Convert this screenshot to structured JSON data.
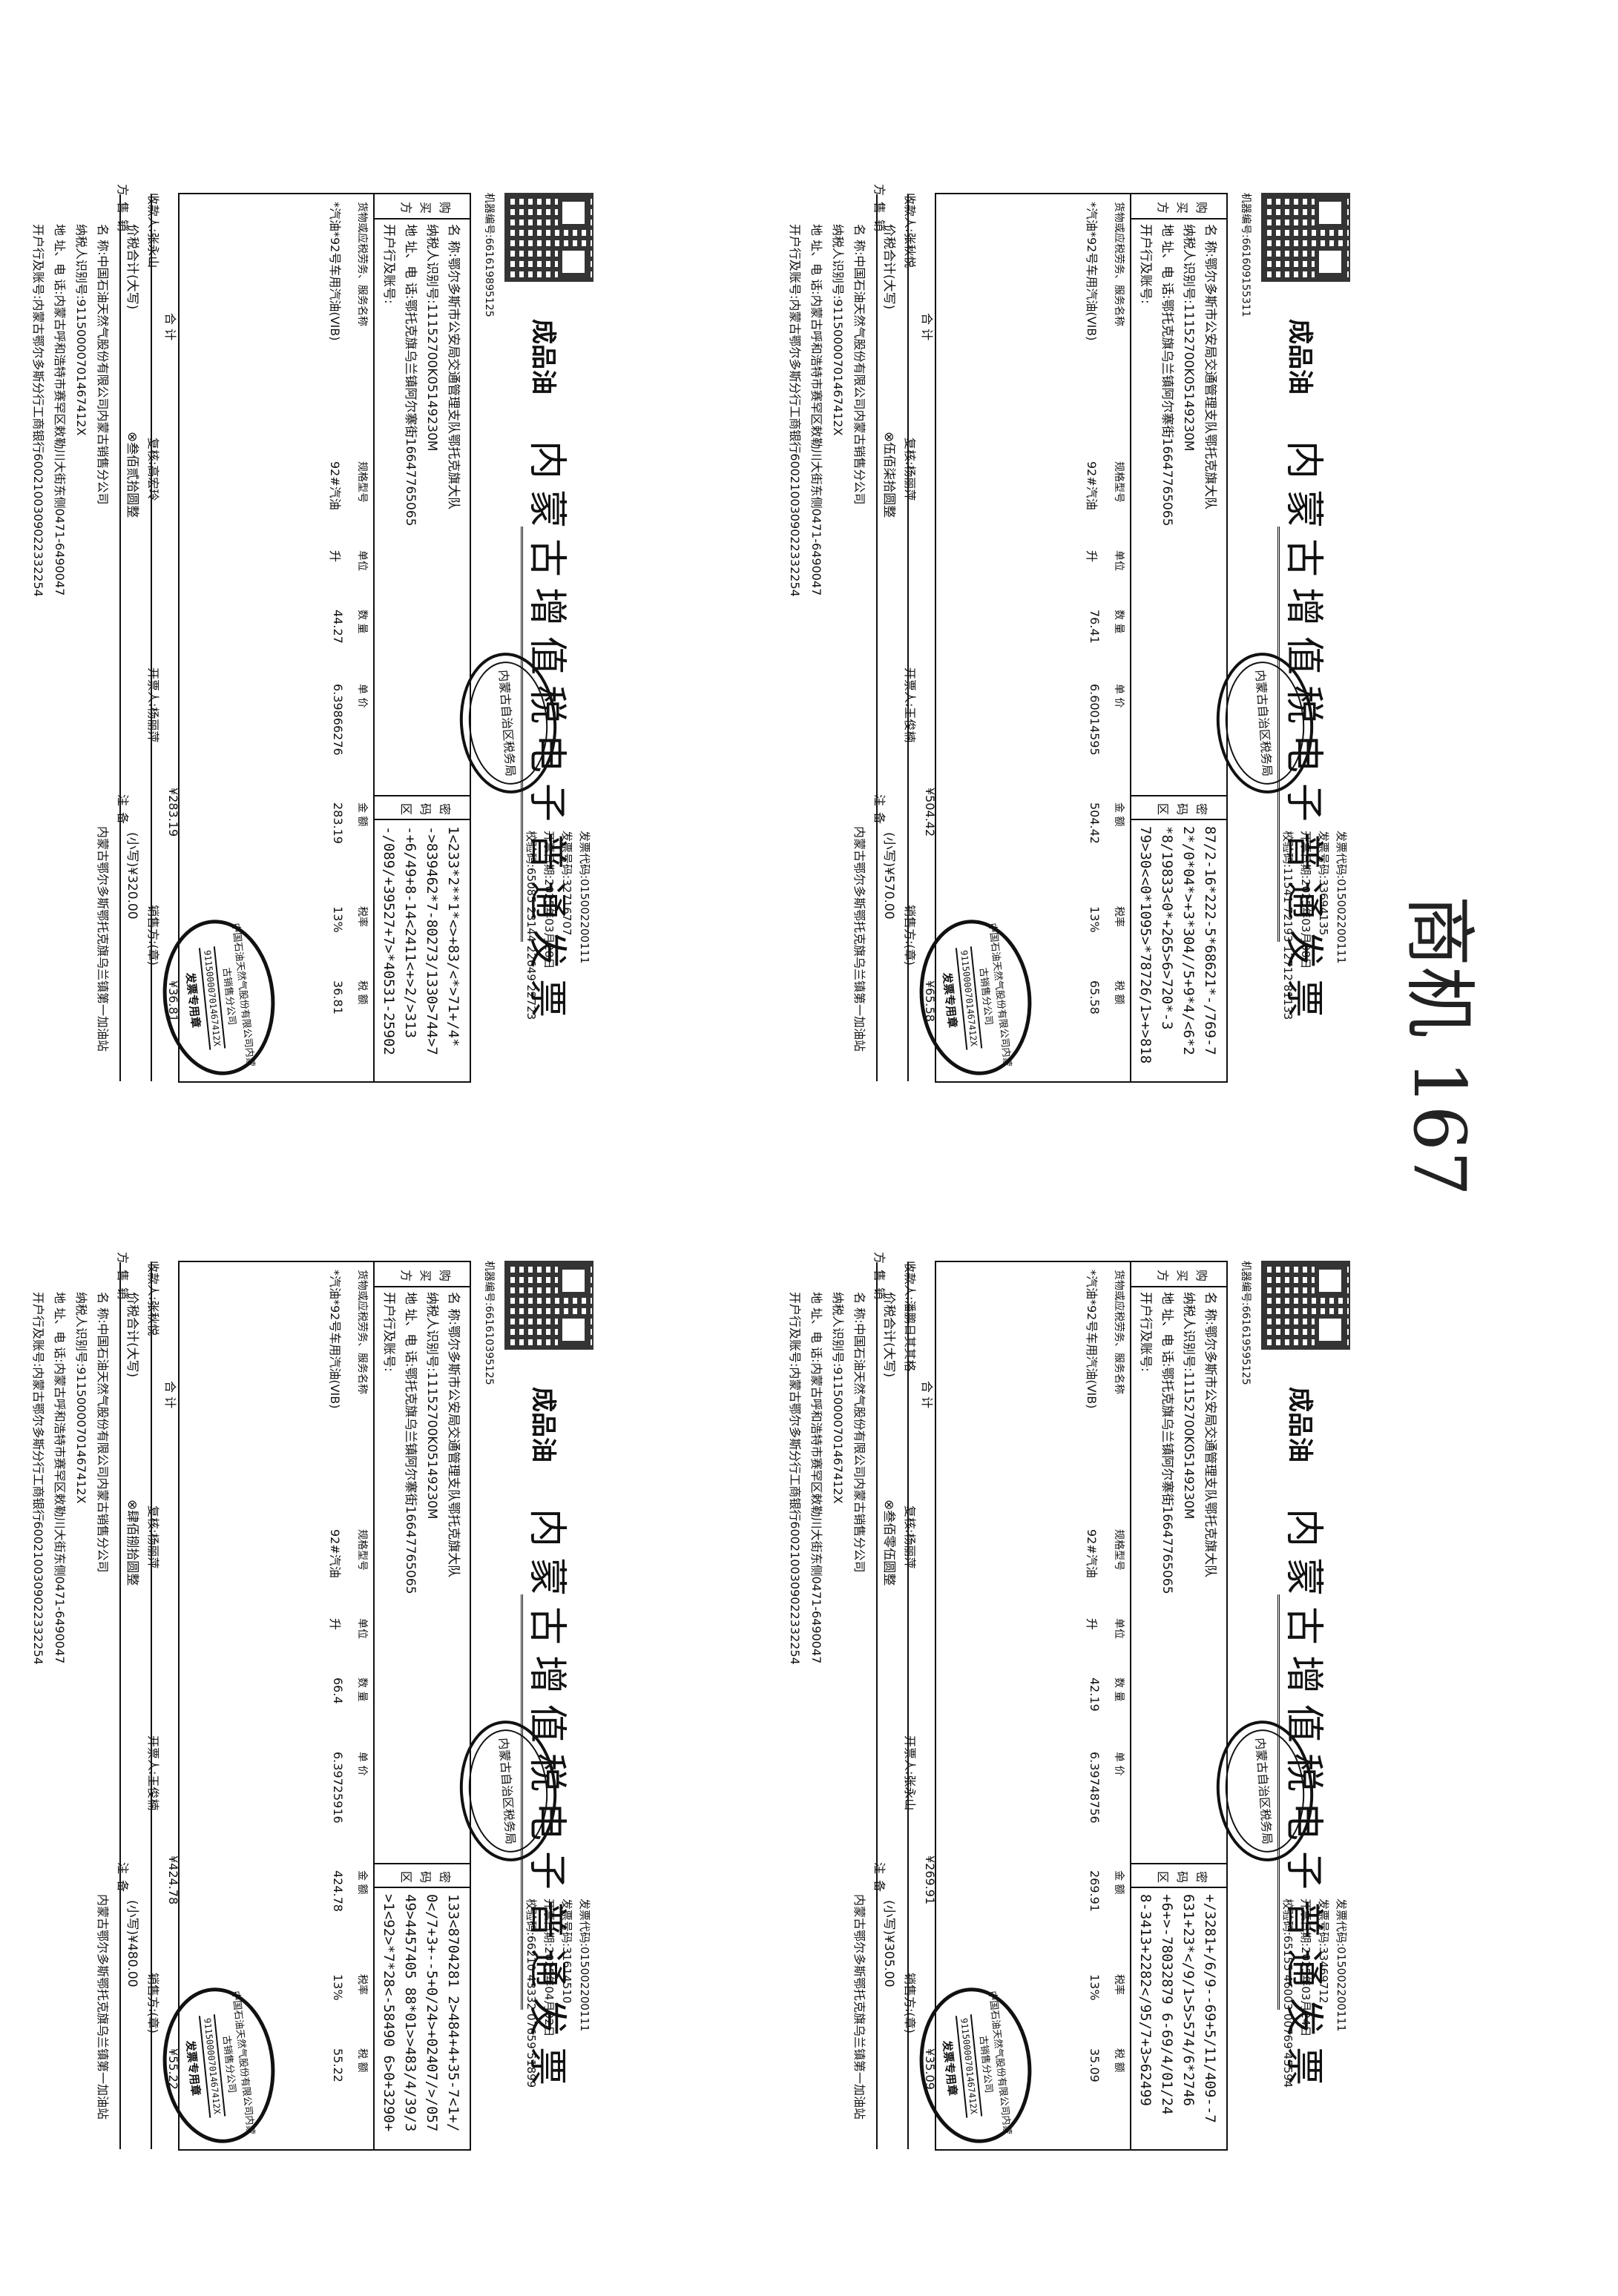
{
  "handwriting": "商机 167",
  "invoices": [
    {
      "category": "成品油",
      "title": "内蒙古增值税电子普通发票",
      "seal_text": "内蒙古自治区税务局",
      "invoice_code": "发票代码:015002200111",
      "invoice_number": "发票号码:33694135",
      "issue_date": "开票日期:2025年03月08日",
      "check_code": "校验码:11541 72193 12712 81133",
      "machine_no": "机器编号:661609155311",
      "buyer_label": "购买方",
      "buyer_name": "名    称:鄂尔多斯市公安局交通管理支队鄂托克旗大队",
      "buyer_tax_id": "纳税人识别号:11152700K05149230M",
      "buyer_address": "地 址、电 话:鄂托克旗乌兰镇阿尔寨街16647765065",
      "buyer_bank": "开户行及账号:",
      "password_label": "密码区",
      "password_lines": [
        "87/2-16*222-5*68621*-/769-7",
        "2*/0*04*>+3*304//5+9*4/<6*2",
        "*8/19833<0*+265>6>720*-3",
        "79>30<<0*1095>*78726/1>+>818"
      ],
      "col_headers": [
        "货物或应税劳务、服务名称",
        "规格型号",
        "单位",
        "数 量",
        "单 价",
        "金 额",
        "税率",
        "税 额"
      ],
      "item_name": "*汽油*92号车用汽油(VIB)",
      "item_spec": "92#汽油",
      "item_unit": "升",
      "item_qty": "76.41",
      "item_price": "6.60014595",
      "item_amount": "504.42",
      "item_rate": "13%",
      "item_tax": "65.58",
      "sum_label": "合 计",
      "sum_amount": "¥504.42",
      "sum_tax": "¥65.58",
      "total_label": "价税合计(大写)",
      "total_words": "⊗伍佰柒拾圆整",
      "total_small": "(小写)¥570.00",
      "seller_label": "销售方",
      "seller_name": "名    称:中国石油天然气股份有限公司内蒙古销售分公司",
      "seller_tax_id": "纳税人识别号:91150000701467412X",
      "seller_address": "地 址、电 话:内蒙古呼和浩特市赛罕区敕勒川大街东侧0471-6490047",
      "seller_bank": "开户行及账号:内蒙古鄂尔多斯分行工商银行6002100309022332254",
      "remark_label": "备注",
      "remark": "内蒙古鄂尔多斯鄂托克旗乌兰镇第一加油站",
      "payee": "收款人:张秋悦",
      "reviewer": "复核:杨丽萍",
      "drawer": "开票人:王俊楠",
      "seller_sign": "销售方:(章)",
      "stamp_top": "中国石油天然气股份有限公司内蒙古销售分公司",
      "stamp_number": "91150000701467412X",
      "stamp_bottom": "发票专用章"
    },
    {
      "category": "成品油",
      "title": "内蒙古增值税电子普通发票",
      "seal_text": "内蒙古自治区税务局",
      "invoice_code": "发票代码:015002200111",
      "invoice_number": "发票号码:32716707",
      "issue_date": "开票日期:2025年03月28日",
      "check_code": "校验码:65085 23144 22649 22723",
      "machine_no": "机器编号:661619895125",
      "buyer_label": "购买方",
      "buyer_name": "名    称:鄂尔多斯市公安局交通管理支队鄂托克旗大队",
      "buyer_tax_id": "纳税人识别号:11152700K05149230M",
      "buyer_address": "地 址、电 话:鄂托克旗乌兰镇阿尔寨街16647765065",
      "buyer_bank": "开户行及账号:",
      "password_label": "密码区",
      "password_lines": [
        "1<233*2**1*<>+83/<*>71+/4*",
        "->839462*7-80273/1330>744>7",
        "-+6/49+8-14<2411<+>2/>313",
        "-/089/+39527+7>*40531-25902"
      ],
      "col_headers": [
        "货物或应税劳务、服务名称",
        "规格型号",
        "单位",
        "数 量",
        "单 价",
        "金 额",
        "税率",
        "税 额"
      ],
      "item_name": "*汽油*92号车用汽油(VIB)",
      "item_spec": "92#汽油",
      "item_unit": "升",
      "item_qty": "44.27",
      "item_price": "6.39866276",
      "item_amount": "283.19",
      "item_rate": "13%",
      "item_tax": "36.81",
      "sum_label": "合 计",
      "sum_amount": "¥283.19",
      "sum_tax": "¥36.81",
      "total_label": "价税合计(大写)",
      "total_words": "⊗叁佰贰拾圆整",
      "total_small": "(小写)¥320.00",
      "seller_label": "销售方",
      "seller_name": "名    称:中国石油天然气股份有限公司内蒙古销售分公司",
      "seller_tax_id": "纳税人识别号:91150000701467412X",
      "seller_address": "地 址、电 话:内蒙古呼和浩特市赛罕区敕勒川大街东侧0471-6490047",
      "seller_bank": "开户行及账号:内蒙古鄂尔多斯分行工商银行6002100309022332254",
      "remark_label": "备注",
      "remark": "内蒙古鄂尔多斯鄂托克旗乌兰镇第一加油站",
      "payee": "收款人:张永山",
      "reviewer": "复核:高宏玲",
      "drawer": "开票人:杨丽萍",
      "seller_sign": "销售方:(章)",
      "stamp_top": "中国石油天然气股份有限公司内蒙古销售分公司",
      "stamp_number": "91150000701467412X",
      "stamp_bottom": "发票专用章"
    },
    {
      "category": "成品油",
      "title": "内蒙古增值税电子普通发票",
      "seal_text": "内蒙古自治区税务局",
      "invoice_code": "发票代码:015002200111",
      "invoice_number": "发票号码:33469712",
      "issue_date": "开票日期:2025年03月24日",
      "check_code": "校验码:65155 46003 00769 45594",
      "machine_no": "机器编号:661619595125",
      "buyer_label": "购买方",
      "buyer_name": "名    称:鄂尔多斯市公安局交通管理支队鄂托克旗大队",
      "buyer_tax_id": "纳税人识别号:11152700K05149230M",
      "buyer_address": "地 址、电 话:鄂托克旗乌兰镇阿尔寨街16647765065",
      "buyer_bank": "开户行及账号:",
      "password_label": "密码区",
      "password_lines": [
        "+/3281+/6/9--69+5/11/409--7",
        "631+23*</9/1>5>574/6*2746",
        "+6+>-78032879 6-69/4/01/24",
        "8-3413+2282</95/7+3>62499"
      ],
      "col_headers": [
        "货物或应税劳务、服务名称",
        "规格型号",
        "单位",
        "数 量",
        "单 价",
        "金 额",
        "税率",
        "税 额"
      ],
      "item_name": "*汽油*92号车用汽油(VIB)",
      "item_spec": "92#汽油",
      "item_unit": "升",
      "item_qty": "42.19",
      "item_price": "6.39748756",
      "item_amount": "269.91",
      "item_rate": "13%",
      "item_tax": "35.09",
      "sum_label": "合 计",
      "sum_amount": "¥269.91",
      "sum_tax": "¥35.09",
      "total_label": "价税合计(大写)",
      "total_words": "⊗叁佰零伍圆整",
      "total_small": "(小写)¥305.00",
      "seller_label": "销售方",
      "seller_name": "名    称:中国石油天然气股份有限公司内蒙古销售分公司",
      "seller_tax_id": "纳税人识别号:91150000701467412X",
      "seller_address": "地 址、电 话:内蒙古呼和浩特市赛罕区敕勒川大街东侧0471-6490047",
      "seller_bank": "开户行及账号:内蒙古鄂尔多斯分行工商银行6002100309022332254",
      "remark_label": "备注",
      "remark": "内蒙古鄂尔多斯鄂托克旗乌兰镇第一加油站",
      "payee": "收款人:潘鹏日其其格",
      "reviewer": "复核:杨丽萍",
      "drawer": "开票人:张永山",
      "seller_sign": "销售方:(章)",
      "stamp_top": "中国石油天然气股份有限公司内蒙古销售分公司",
      "stamp_number": "91150000701467412X",
      "stamp_bottom": "发票专用章"
    },
    {
      "category": "成品油",
      "title": "内蒙古增值税电子普通发票",
      "seal_text": "内蒙古自治区税务局",
      "invoice_code": "发票代码:015002200111",
      "invoice_number": "发票号码:31614510",
      "issue_date": "开票日期:2025年04月02日",
      "check_code": "校验码:66210 43332 07659 51899",
      "machine_no": "机器编号:661610395125",
      "buyer_label": "购买方",
      "buyer_name": "名    称:鄂尔多斯市公安局交通管理支队鄂托克旗大队",
      "buyer_tax_id": "纳税人识别号:11152700K05149230M",
      "buyer_address": "地 址、电 话:鄂托克旗乌兰镇阿尔寨街16647765065",
      "buyer_bank": "开户行及账号:",
      "password_label": "密码区",
      "password_lines": [
        "133<8704281 2>484+4+35-7<1+/",
        "0</7+3+--5+0/24>+02407/>/057",
        "49>4457405 88*01>>483/4/39/3",
        ">1<92>*7*28<-58490 6>0+3290+"
      ],
      "col_headers": [
        "货物或应税劳务、服务名称",
        "规格型号",
        "单位",
        "数 量",
        "单 价",
        "金 额",
        "税率",
        "税 额"
      ],
      "item_name": "*汽油*92号车用汽油(VIB)",
      "item_spec": "92#汽油",
      "item_unit": "升",
      "item_qty": "66.4",
      "item_price": "6.39725916",
      "item_amount": "424.78",
      "item_rate": "13%",
      "item_tax": "55.22",
      "sum_label": "合 计",
      "sum_amount": "¥424.78",
      "sum_tax": "¥55.22",
      "total_label": "价税合计(大写)",
      "total_words": "⊗肆佰捌拾圆整",
      "total_small": "(小写)¥480.00",
      "seller_label": "销售方",
      "seller_name": "名    称:中国石油天然气股份有限公司内蒙古销售分公司",
      "seller_tax_id": "纳税人识别号:91150000701467412X",
      "seller_address": "地 址、电 话:内蒙古呼和浩特市赛罕区敕勒川大街东侧0471-6490047",
      "seller_bank": "开户行及账号:内蒙古鄂尔多斯分行工商银行6002100309022332254",
      "remark_label": "备注",
      "remark": "内蒙古鄂尔多斯鄂托克旗乌兰镇第一加油站",
      "payee": "收款人:张秋悦",
      "reviewer": "复核:杨丽萍",
      "drawer": "开票人:王俊楠",
      "seller_sign": "销售方:(章)",
      "stamp_top": "中国石油天然气股份有限公司内蒙古销售分公司",
      "stamp_number": "91150000701467412X",
      "stamp_bottom": "发票专用章"
    }
  ]
}
